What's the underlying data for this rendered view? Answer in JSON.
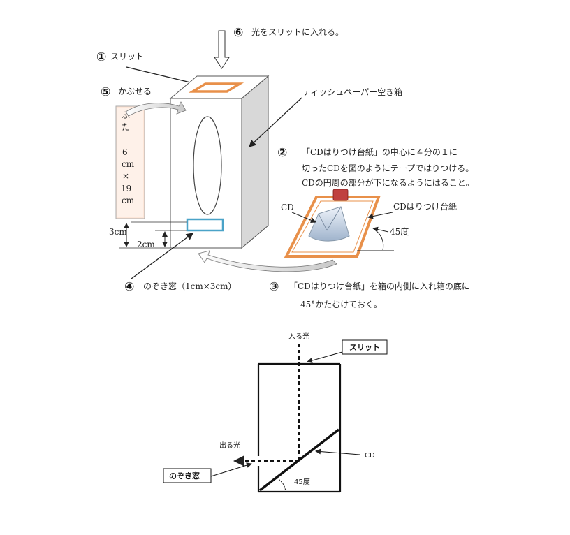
{
  "step6": {
    "num": "⑥",
    "text": "光をスリットに入れる。"
  },
  "step1": {
    "num": "①",
    "text": "スリット"
  },
  "step5": {
    "num": "⑤",
    "text": "かぶせる"
  },
  "box_label": "ティッシュペーパー空き箱",
  "lid": {
    "chars": [
      "ふ",
      "た",
      "",
      "6",
      "cm",
      "×",
      "19",
      "cm"
    ]
  },
  "step2": {
    "num": "②",
    "line1": "「CDはりつけ台紙」の中心に４分の１に",
    "line2": "切ったCDを図のようにテープではりつける。",
    "line3": "CDの円周の部分が下になるようにはること。"
  },
  "cd_label": "CD",
  "mount_label": "CDはりつけ台紙",
  "angle_label": "45度",
  "dim_3cm": "3cm",
  "dim_2cm": "2cm",
  "step4": {
    "num": "④",
    "text": "のぞき窓（1cm×3cm）"
  },
  "step3": {
    "num": "③",
    "line1": "「CDはりつけ台紙」を箱の内側に入れ箱の底に",
    "line2": "45°かたむけておく。"
  },
  "section": {
    "incoming_light": "入る光",
    "slit": "スリット",
    "outgoing_light": "出る光",
    "peep_window": "のぞき窓",
    "cd": "CD",
    "angle": "45度"
  },
  "colors": {
    "slit": "#e8904a",
    "window": "#4aa3c8",
    "box_side": "#d8d8d8",
    "lid_fill": "#fde6d8"
  }
}
